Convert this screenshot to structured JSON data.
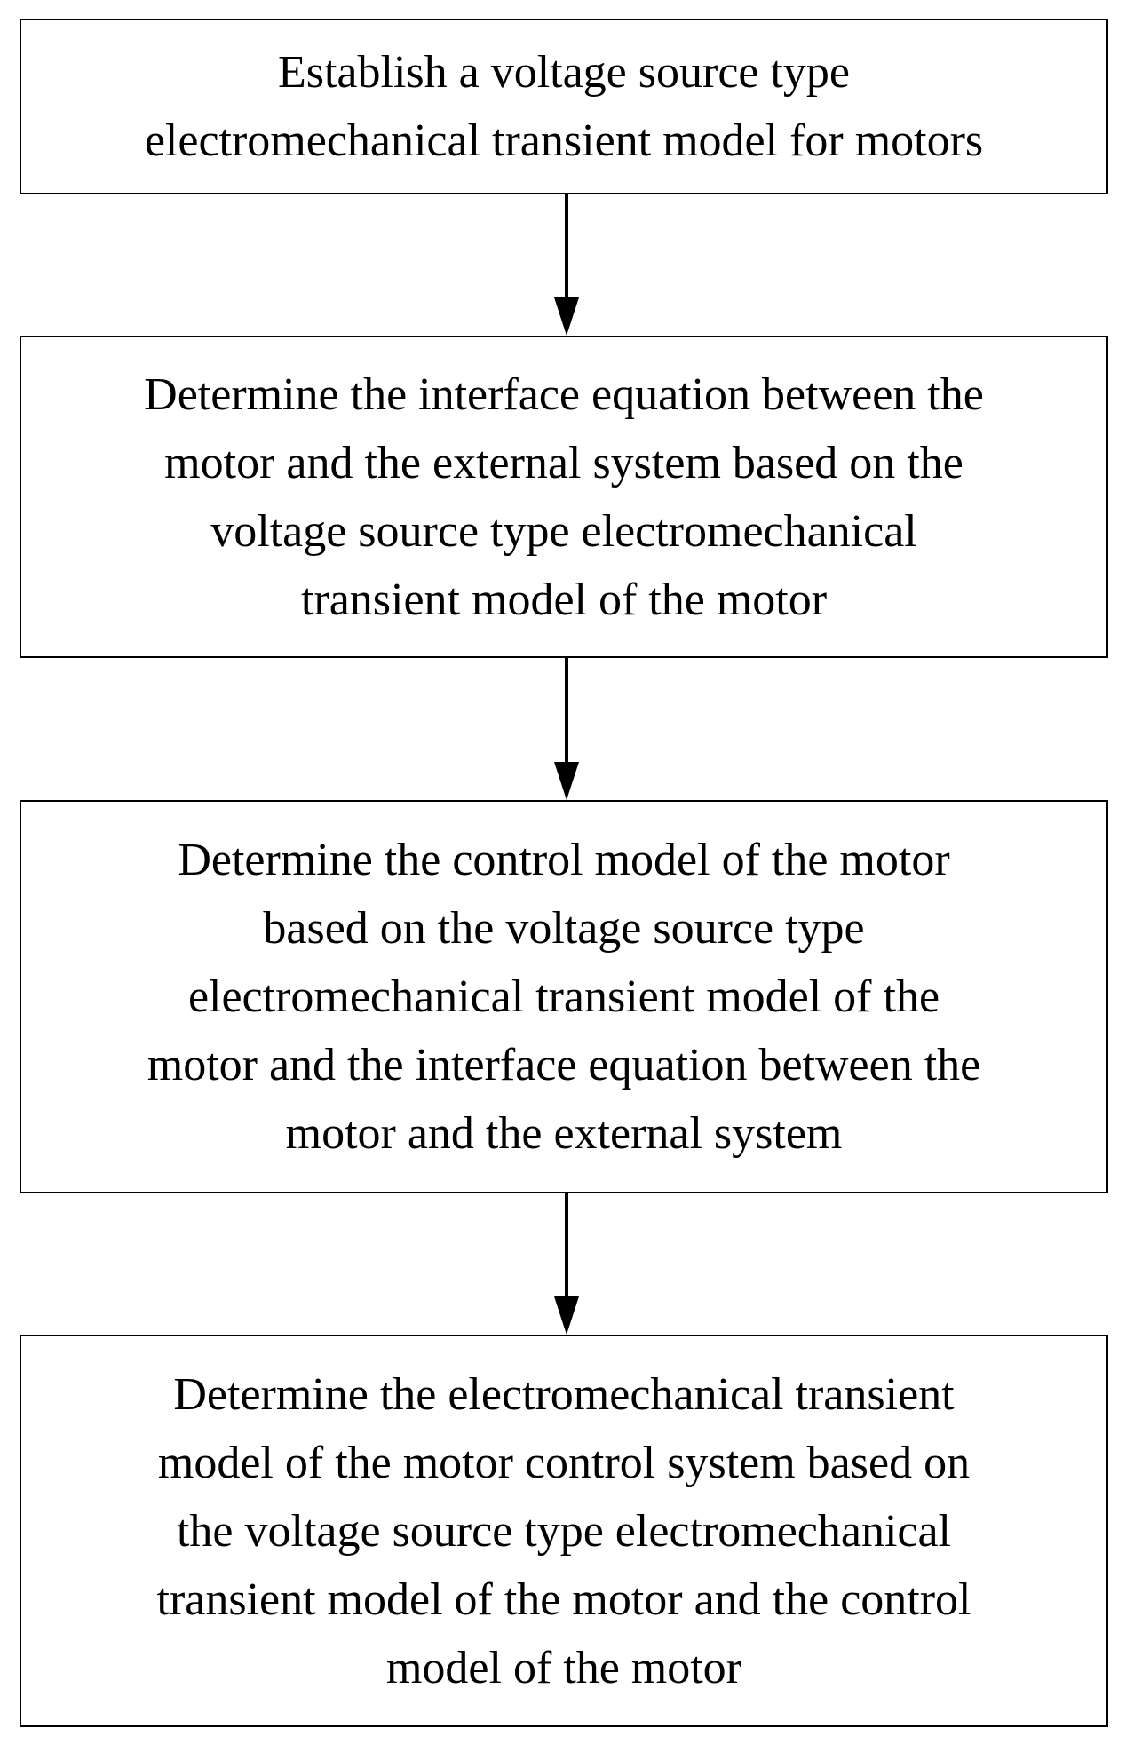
{
  "steps": [
    {
      "lines": [
        "Establish a voltage source type",
        "electromechanical transient model for motors"
      ]
    },
    {
      "lines": [
        "Determine the interface equation between the",
        "motor and the external system based on the",
        "voltage source type electromechanical",
        "transient model of the motor"
      ]
    },
    {
      "lines": [
        "Determine the control model of the motor",
        "based on the voltage source type",
        "electromechanical transient model of the",
        "motor and the interface equation between the",
        "motor and the external system"
      ]
    },
    {
      "lines": [
        "Determine the electromechanical transient",
        "model of the motor control system based on",
        "the voltage source type electromechanical",
        "transient model of the motor and the control",
        "model of the motor"
      ]
    }
  ],
  "colors": {
    "stroke": "#000000",
    "background": "#ffffff"
  }
}
